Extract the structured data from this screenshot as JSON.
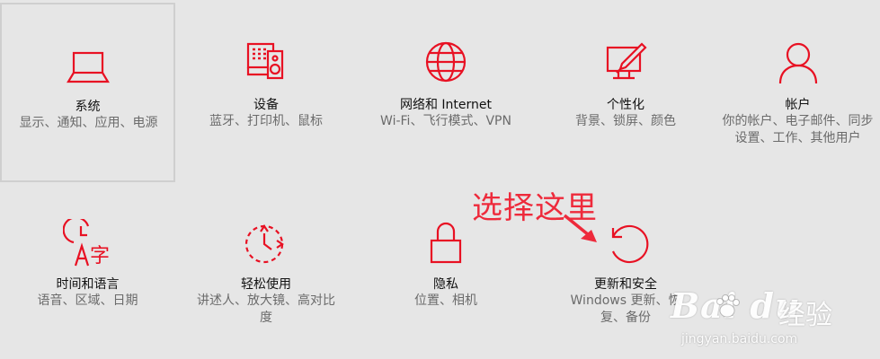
{
  "tiles": [
    {
      "title": "系统",
      "desc": "显示、通知、应用、电源",
      "icon": "laptop-icon"
    },
    {
      "title": "设备",
      "desc": "蓝牙、打印机、鼠标",
      "icon": "devices-icon"
    },
    {
      "title": "网络和 Internet",
      "desc": "Wi-Fi、飞行模式、VPN",
      "icon": "globe-icon"
    },
    {
      "title": "个性化",
      "desc": "背景、锁屏、颜色",
      "icon": "paint-icon"
    },
    {
      "title": "帐户",
      "desc": "你的帐户、电子邮件、同步设置、工作、其他用户",
      "icon": "person-icon"
    },
    {
      "title": "时间和语言",
      "desc": "语音、区域、日期",
      "icon": "time-language-icon"
    },
    {
      "title": "轻松使用",
      "desc": "讲述人、放大镜、高对比度",
      "icon": "ease-of-access-icon"
    },
    {
      "title": "隐私",
      "desc": "位置、相机",
      "icon": "lock-icon"
    },
    {
      "title": "更新和安全",
      "desc": "Windows 更新、恢复、备份",
      "icon": "update-icon"
    }
  ],
  "annotation": {
    "text": "选择这里"
  },
  "watermark": {
    "brand": "Bai du",
    "cn": "经验",
    "url": "jingyan.baidu.com"
  },
  "colors": {
    "accent": "#e81123",
    "background": "#e6e6e6",
    "annotation": "#ee2a3b"
  }
}
